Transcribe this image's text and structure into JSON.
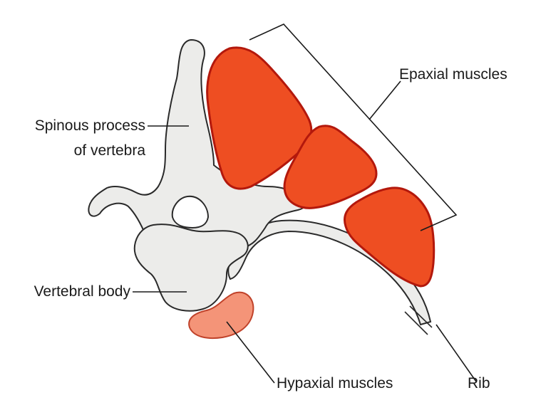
{
  "labels": {
    "epaxial": "Epaxial muscles",
    "spinous_line1": "Spinous process",
    "spinous_line2": "of vertebra",
    "vertebral_body": "Vertebral body",
    "hypaxial": "Hypaxial muscles",
    "rib": "Rib"
  },
  "colors": {
    "background": "#ffffff",
    "bone_fill": "#ececea",
    "bone_stroke": "#2a2a2a",
    "epaxial_fill": "#ee4e22",
    "epaxial_stroke": "#b3180c",
    "hypaxial_fill": "#f49478",
    "hypaxial_stroke": "#c0422a",
    "leader_line": "#1a1a1a"
  }
}
